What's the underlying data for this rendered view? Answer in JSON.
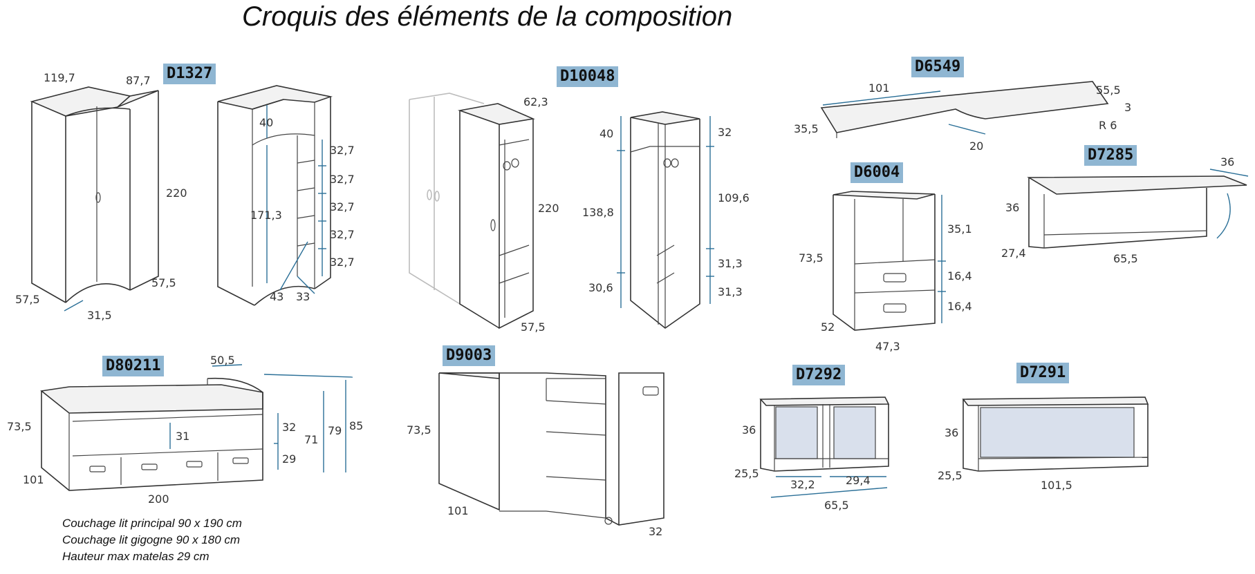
{
  "title": "Croquis des éléments de la composition",
  "codes": {
    "d1327": "D1327",
    "d10048": "D10048",
    "d6549": "D6549",
    "d6004": "D6004",
    "d7285": "D7285",
    "d80211": "D80211",
    "d9003": "D9003",
    "d7292": "D7292",
    "d7291": "D7291"
  },
  "dims": {
    "d1327": {
      "w1": "119,7",
      "w2": "87,7",
      "h": "220",
      "d1": "57,5",
      "d2": "57,5",
      "opening": "31,5",
      "top_shelf": "40",
      "inner_h": "171,3",
      "shelves": [
        "32,7",
        "32,7",
        "32,7",
        "32,7",
        "32,7"
      ],
      "inner_a": "43",
      "inner_b": "33"
    },
    "d10048": {
      "depth_top": "62,3",
      "h": "220",
      "d": "57,5",
      "left": [
        "40",
        "138,8",
        "30,6"
      ],
      "right": [
        "32",
        "109,6",
        "31,3",
        "31,3"
      ]
    },
    "d6549": {
      "len": "101",
      "right": "55,5",
      "notch": "3",
      "radius": "R 6",
      "left": "35,5",
      "cut": "20"
    },
    "d6004": {
      "h": "73,5",
      "d": "52",
      "w": "47,3",
      "niche": "35,1",
      "drawers": [
        "16,4",
        "16,4"
      ]
    },
    "d7285": {
      "h": "36",
      "ext": "36",
      "d": "27,4",
      "w": "65,5"
    },
    "d80211": {
      "back": "50,5",
      "h": "73,5",
      "d": "101",
      "w": "200",
      "inner": "31",
      "stack": [
        "32",
        "29"
      ],
      "h71": "71",
      "h79": "79",
      "h85": "85"
    },
    "d9003": {
      "h": "73,5",
      "d": "101",
      "w": "32"
    },
    "d7292": {
      "h": "36",
      "d": "25,5",
      "c1": "32,2",
      "c2": "29,4",
      "w": "65,5"
    },
    "d7291": {
      "h": "36",
      "d": "25,5",
      "w": "101,5"
    }
  },
  "notes": [
    "Couchage lit principal 90 x 190 cm",
    "Couchage lit gigogne 90 x 180 cm",
    "Hauteur max matelas 29 cm"
  ],
  "colors": {
    "label_bg": "#8fb6d2",
    "dimension_line": "#2a6f97",
    "panel_fill": "#d9e0ec"
  }
}
